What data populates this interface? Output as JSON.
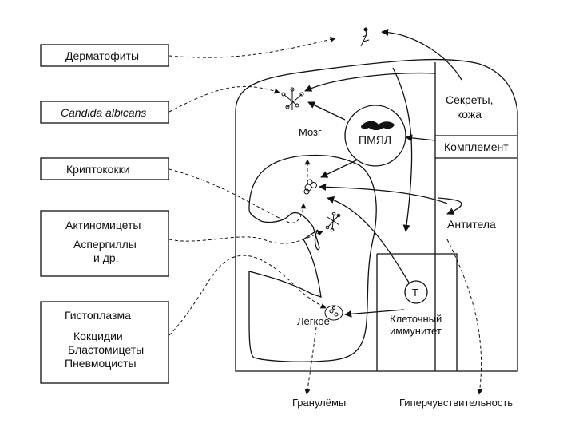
{
  "pathogens": {
    "dermatophytes": "Дерматофиты",
    "candida": "Candida albicans",
    "cryptococci": "Криптококки",
    "actinomycetes": "Актиномицеты",
    "aspergilli": "Аспергиллы",
    "and_others": "и др.",
    "histoplasma": "Гистоплазма",
    "coccidia": "Кокцидии",
    "blastomycetes": "Бластомицеты",
    "pneumocysts": "Пневмоцисты"
  },
  "organs": {
    "brain": "Мозг",
    "lung": "Лёгкое"
  },
  "defense": {
    "pmn": "ПМЯЛ",
    "secretions_line1": "Секреты,",
    "secretions_line2": "кожа",
    "complement": "Комплемент",
    "antibodies": "Антитела",
    "t_cell": "Т",
    "cellular_line1": "Клеточный",
    "cellular_line2": "иммунитет"
  },
  "outcomes": {
    "granulomas": "Гранулёмы",
    "hypersensitivity": "Гиперчувствительность"
  }
}
